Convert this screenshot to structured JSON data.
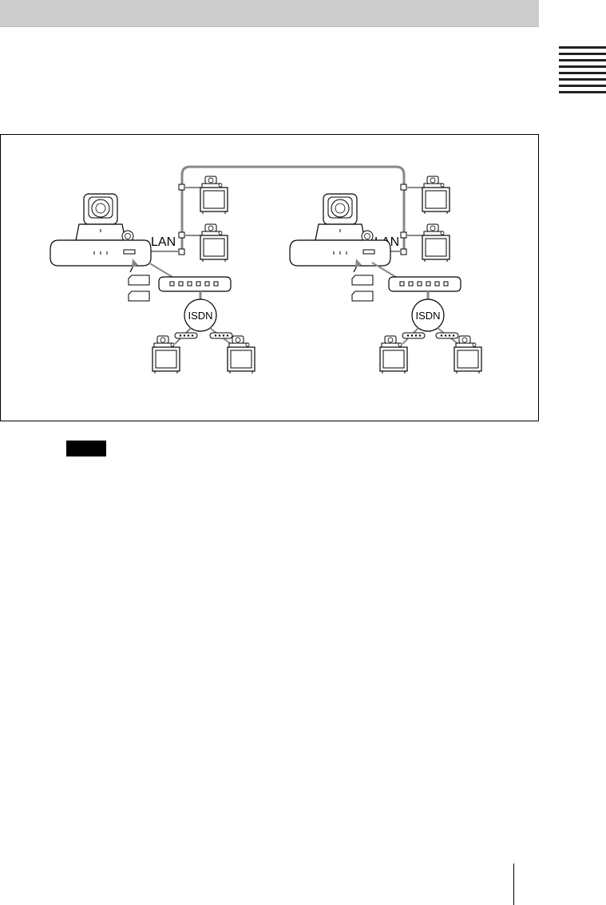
{
  "header": {
    "title": ""
  },
  "diagram": {
    "left_network": {
      "lan_label": "LAN",
      "isdn_label": "ISDN"
    },
    "right_network": {
      "lan_label": "LAN",
      "isdn_label": "ISDN"
    }
  },
  "note": {
    "label": ""
  }
}
